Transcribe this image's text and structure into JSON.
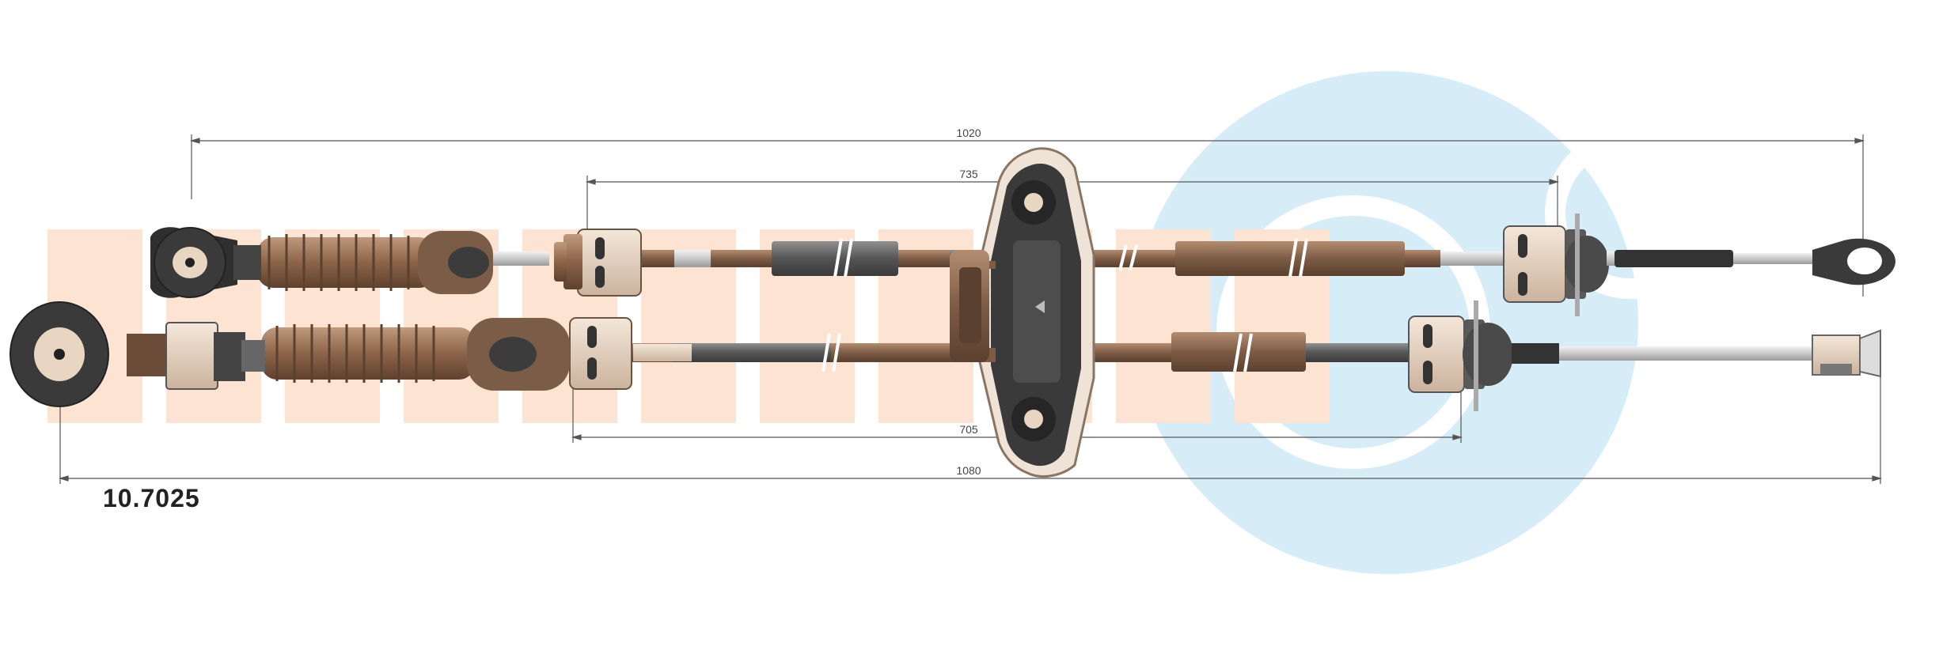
{
  "part_number": "10.7025",
  "dimensions": {
    "overall_top": "1020",
    "inner_top": "735",
    "inner_bottom": "705",
    "overall_bottom": "1080"
  },
  "colors": {
    "cable_brown": "#8a6a52",
    "boot_brown": "#9a7258",
    "dark_sleeve": "#5b5b5b",
    "watermark_orange": "#fde2cf",
    "watermark_blue": "#cde9f6",
    "bracket_beige": "#e9d9c8",
    "dim_line": "#555555"
  }
}
